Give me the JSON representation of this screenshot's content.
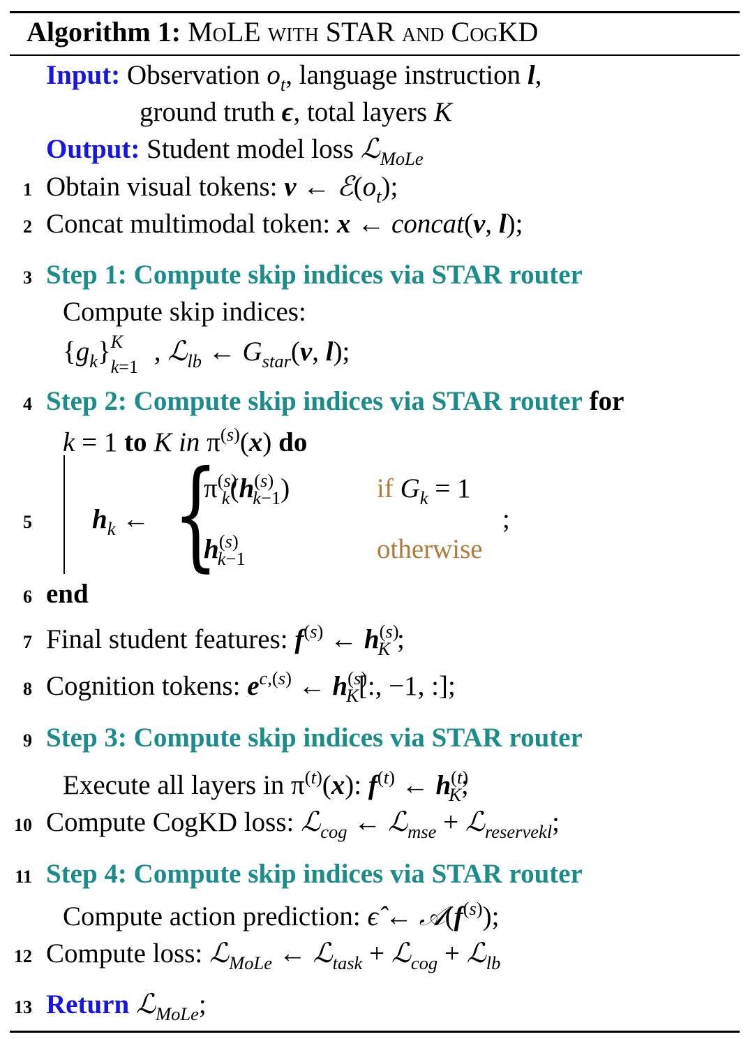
{
  "title": {
    "label": "Algorithm 1:",
    "text": "MoLE with STAR and CogKD"
  },
  "input": {
    "keyword": "Input:",
    "line1": "Observation o_t, language instruction l,",
    "line2": "ground truth ε, total layers K"
  },
  "output": {
    "keyword": "Output:",
    "text": "Student model loss ℒ_MoLe"
  },
  "line_numbers": [
    "1",
    "2",
    "3",
    "4",
    "5",
    "6",
    "7",
    "8",
    "9",
    "10",
    "11",
    "12",
    "13"
  ],
  "lines": {
    "l1": "Obtain visual tokens:",
    "l2": "Concat multimodal token:",
    "l3": "Step 1: Compute skip indices via STAR router",
    "l3b": "Compute skip indices:",
    "l4": "Step 2: Compute skip indices via STAR router",
    "l4_for": "for",
    "l4_to": "to",
    "l4_in": "in",
    "l4_do": "do",
    "l5_if": "if",
    "l5_otherwise": "otherwise",
    "l6": "end",
    "l7": "Final student features:",
    "l8": "Cognition tokens:",
    "l9": "Step 3: Compute skip indices via STAR router",
    "l9b": "Execute all layers in",
    "l10": "Compute CogKD loss:",
    "l11": "Step 4: Compute skip indices via STAR router",
    "l11b": "Compute action prediction:",
    "l12": "Compute loss:",
    "l13": "Return"
  },
  "colors": {
    "keyword": "#1515e6",
    "step": "#1a8c8c",
    "condition": "#b07a3a"
  }
}
